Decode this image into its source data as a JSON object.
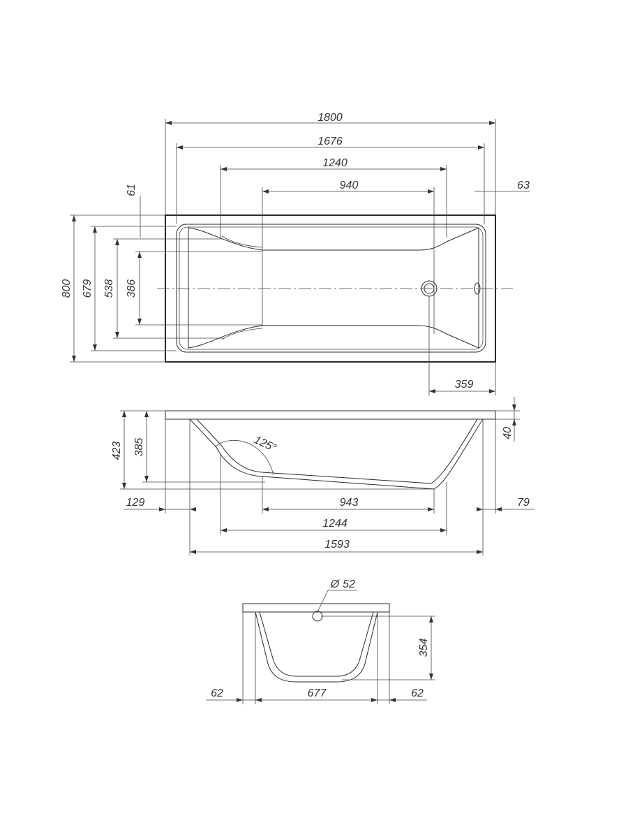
{
  "top_view": {
    "length_outer": "1800",
    "length_inner": "1676",
    "length_flat": "1240",
    "length_bottom": "940",
    "rim_end": "63",
    "rim_side": "61",
    "width_outer": "800",
    "width_inner": "679",
    "width_flat": "538",
    "width_bottom": "386",
    "drain_offset": "359"
  },
  "side_view": {
    "depth_total": "423",
    "depth_inner": "385",
    "angle": "125°",
    "rim_height": "40",
    "left_offset": "129",
    "right_offset": "79",
    "bottom_length": "943",
    "flat_length": "1244",
    "base_length": "1593"
  },
  "end_view": {
    "drain_diameter": "52",
    "inner_depth": "354",
    "left_rim": "62",
    "bottom_width": "677",
    "right_rim": "62"
  }
}
